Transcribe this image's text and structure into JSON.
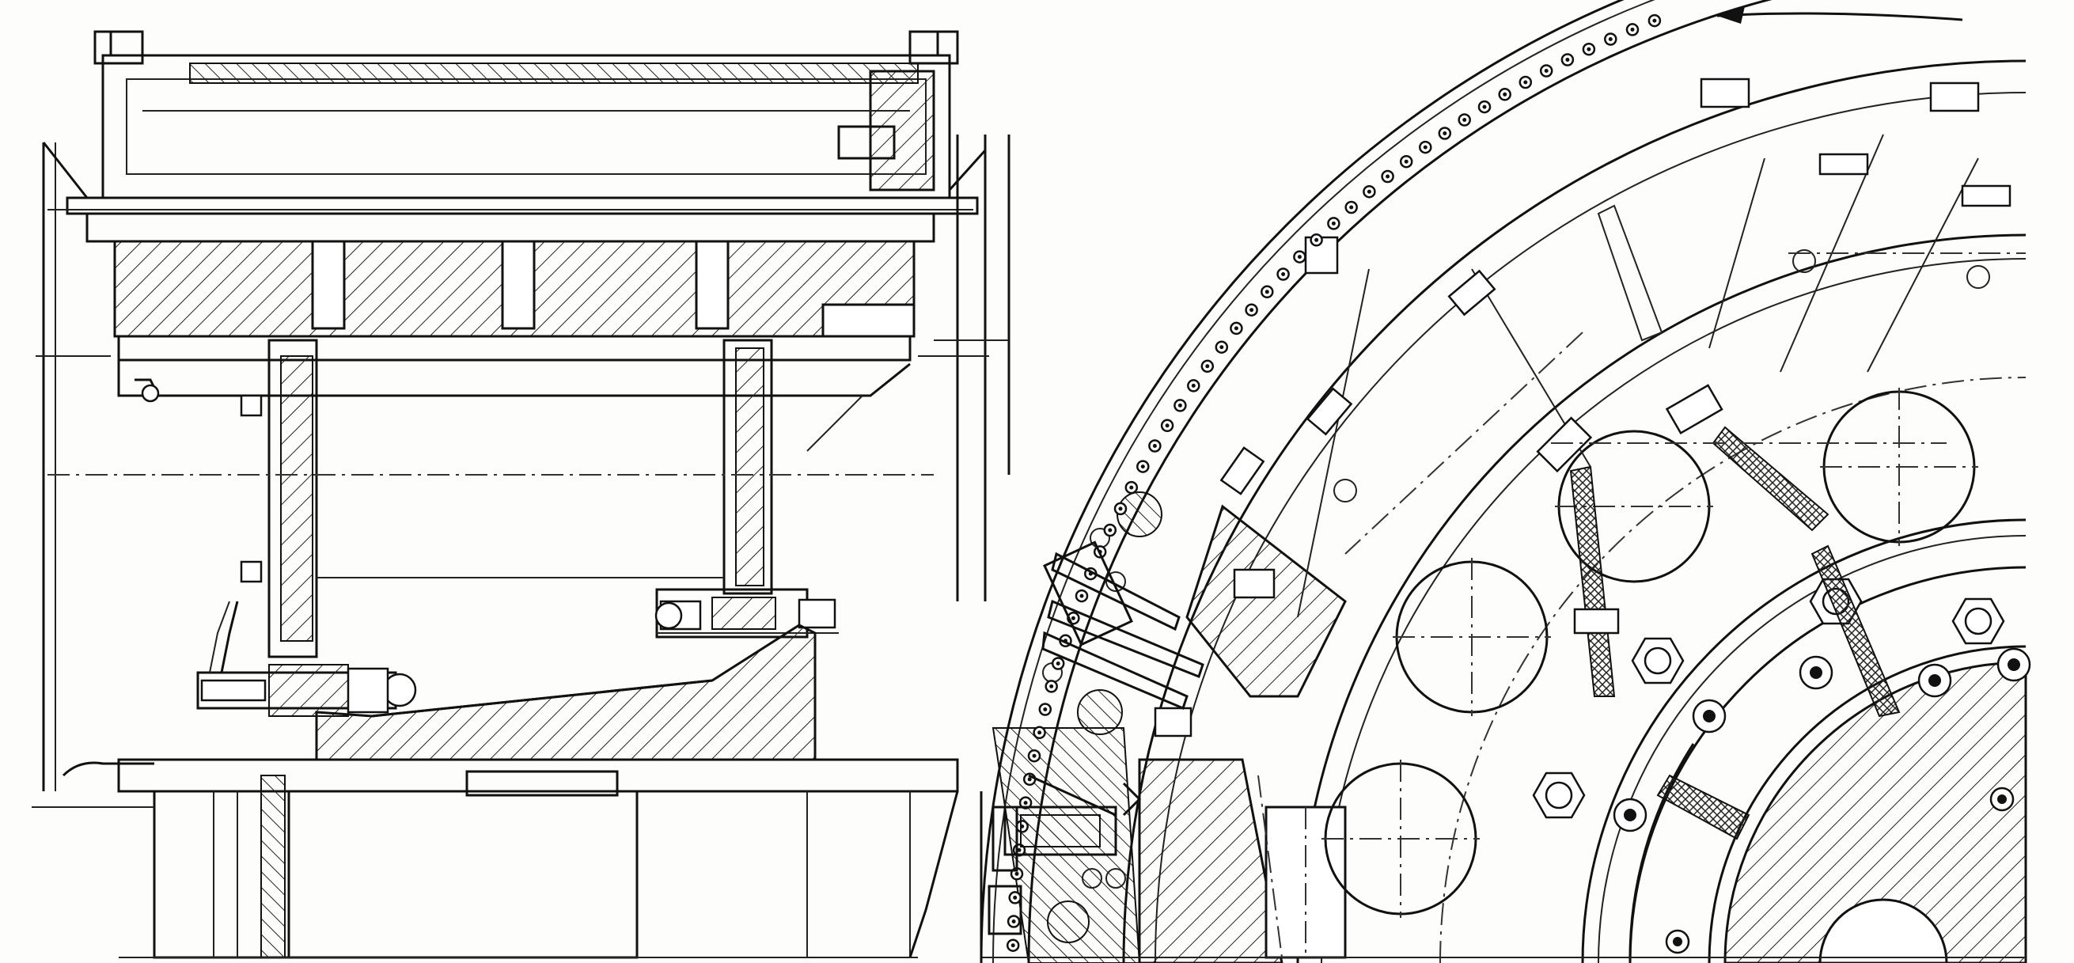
{
  "drawing": {
    "type": "engineering-drawing",
    "views": [
      {
        "id": "side-section",
        "description_kind": "section"
      },
      {
        "id": "quarter-front-view",
        "description_kind": "partial-front-view"
      }
    ],
    "rotation_arrow": {
      "direction": "counterclockwise"
    },
    "colors": {
      "ink": "#111111",
      "paper": "#fdfdfb"
    }
  }
}
